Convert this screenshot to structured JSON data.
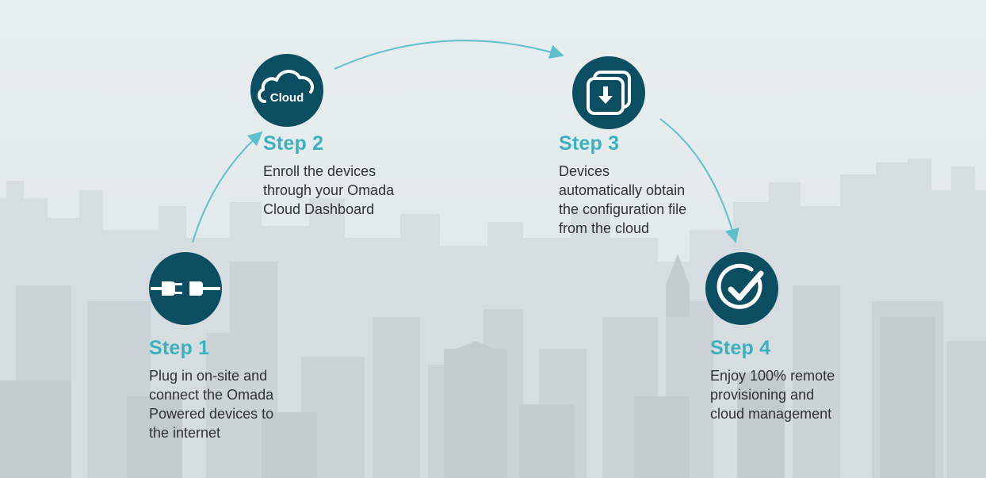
{
  "colors": {
    "badge": "#0b4e62",
    "title": "#3db0bd",
    "arrow": "#5fbfcb",
    "text": "#2e3338"
  },
  "steps": [
    {
      "title": "Step 1",
      "description": "Plug in on-site and\nconnect the Omada\nPowered devices to\nthe internet",
      "icon": "plug-icon"
    },
    {
      "title": "Step 2",
      "description": "Enroll the devices\nthrough your Omada\nCloud Dashboard",
      "icon": "cloud-icon",
      "icon_label": "Cloud"
    },
    {
      "title": "Step 3",
      "description": "Devices\nautomatically obtain\nthe configuration file\nfrom the cloud",
      "icon": "download-config-icon"
    },
    {
      "title": "Step 4",
      "description": "Enjoy 100% remote\nprovisioning and\ncloud management",
      "icon": "checkmark-icon"
    }
  ]
}
